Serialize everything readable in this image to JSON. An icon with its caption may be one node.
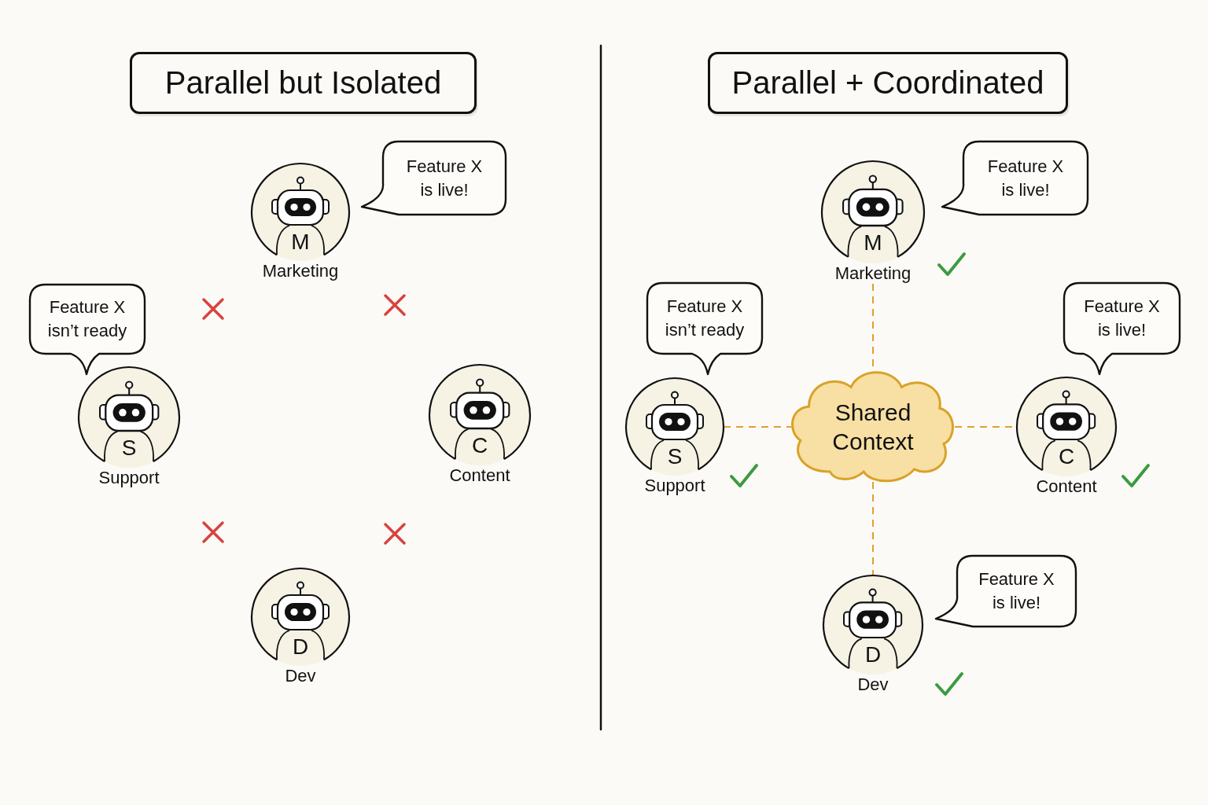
{
  "diagram": {
    "nodes": [
      {
        "text": [
          "Parallel but Isolated"
        ]
      },
      {
        "text": [
          "M",
          "Marketing"
        ]
      },
      {
        "text": [
          "Feature X is live!"
        ]
      },
      {
        "text": [
          "Feature X isn’t ready"
        ]
      },
      {
        "text": [
          "S",
          "Support"
        ]
      },
      {
        "text": [
          "C",
          "Content"
        ]
      },
      {
        "text": [
          "D",
          "Dev"
        ]
      },
      {
        "text": [
          "Parallel + Coordinated"
        ]
      },
      {
        "text": [
          "M",
          "Marketing"
        ]
      },
      {
        "text": [
          "Feature X is live!"
        ]
      },
      {
        "text": [
          "Feature X isn’t ready"
        ]
      },
      {
        "text": [
          "Feature X is live!"
        ]
      },
      {
        "text": [
          "S",
          "Support"
        ]
      },
      {
        "text": [
          "Shared Context"
        ]
      },
      {
        "text": [
          "C",
          "Content"
        ]
      },
      {
        "text": [
          "D",
          "Dev"
        ]
      },
      {
        "text": [
          "Feature X is live!"
        ]
      }
    ],
    "edges": [
      {
        "from": 8,
        "to": 13,
        "arrow": "none",
        "style": "dashed",
        "color": "#e0a030"
      },
      {
        "from": 12,
        "to": 13,
        "arrow": "none",
        "style": "dashed",
        "color": "#e0a030"
      },
      {
        "from": 13,
        "to": 14,
        "arrow": "none",
        "style": "dashed",
        "color": "#e0a030"
      },
      {
        "from": 13,
        "to": 15,
        "arrow": "none",
        "style": "dashed",
        "color": "#e0a030"
      }
    ]
  }
}
